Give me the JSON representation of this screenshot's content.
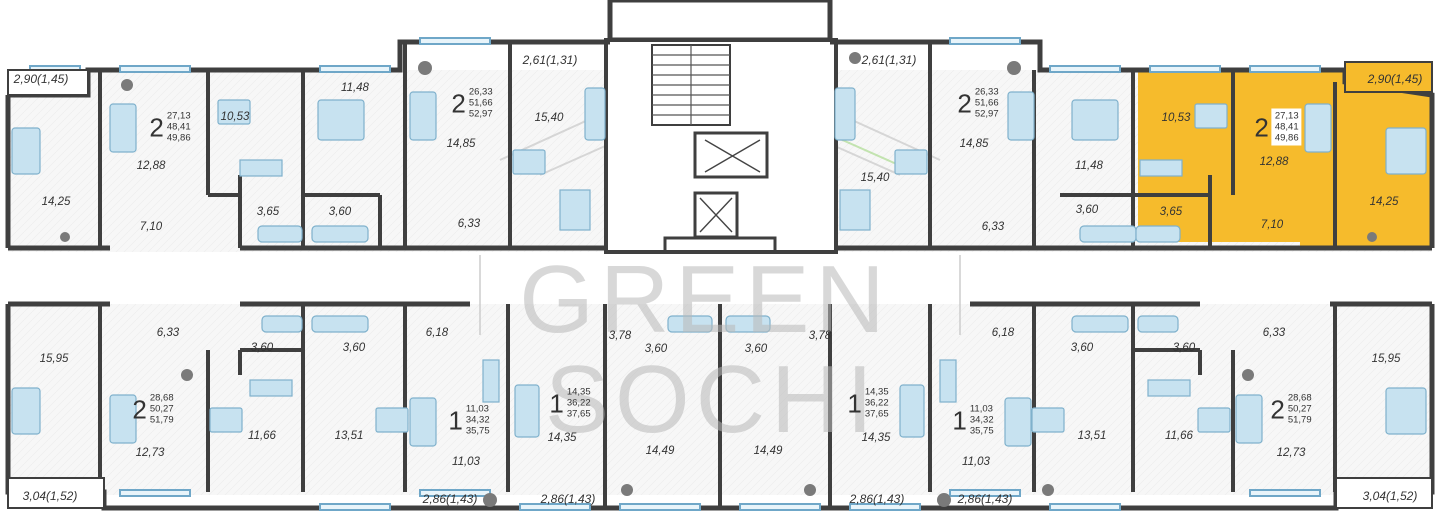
{
  "colors": {
    "wall": "#3f3f3f",
    "floor": "#f7f7f7",
    "furniture": "#b9d9ea",
    "selected": "#f6bb2c",
    "watermark": "#b9b9b9"
  },
  "watermark": {
    "line1": "GREEN",
    "line2": "SOCHI"
  },
  "apartments": [
    {
      "id": "top-2a",
      "rooms": "2",
      "living": "27,13",
      "total": "48,41",
      "with_balcony": "49,86",
      "selected": false
    },
    {
      "id": "top-2b",
      "rooms": "2",
      "living": "26,33",
      "total": "51,66",
      "with_balcony": "52,97",
      "selected": false
    },
    {
      "id": "top-2c",
      "rooms": "2",
      "living": "26,33",
      "total": "51,66",
      "with_balcony": "52,97",
      "selected": false
    },
    {
      "id": "top-2d",
      "rooms": "2",
      "living": "27,13",
      "total": "48,41",
      "with_balcony": "49,86",
      "selected": true
    },
    {
      "id": "bot-2a",
      "rooms": "2",
      "living": "28,68",
      "total": "50,27",
      "with_balcony": "51,79",
      "selected": false
    },
    {
      "id": "bot-1a",
      "rooms": "1",
      "living": "11,03",
      "total": "34,32",
      "with_balcony": "35,75",
      "selected": false
    },
    {
      "id": "bot-1b",
      "rooms": "1",
      "living": "14,35",
      "total": "36,22",
      "with_balcony": "37,65",
      "selected": false
    },
    {
      "id": "bot-1c",
      "rooms": "1",
      "living": "14,35",
      "total": "36,22",
      "with_balcony": "37,65",
      "selected": false
    },
    {
      "id": "bot-1d",
      "rooms": "1",
      "living": "11,03",
      "total": "34,32",
      "with_balcony": "35,75",
      "selected": false
    },
    {
      "id": "bot-2b",
      "rooms": "2",
      "living": "28,68",
      "total": "50,27",
      "with_balcony": "51,79",
      "selected": false
    }
  ],
  "room_areas": [
    "2,90(1,45)",
    "14,25",
    "12,88",
    "7,10",
    "10,53",
    "3,65",
    "3,60",
    "11,48",
    "14,85",
    "6,33",
    "2,61(1,31)",
    "15,40",
    "2,61(1,31)",
    "15,40",
    "14,85",
    "6,33",
    "11,48",
    "3,60",
    "10,53",
    "3,65",
    "12,88",
    "7,10",
    "2,90(1,45)",
    "14,25",
    "6,33",
    "15,95",
    "3,60",
    "3,60",
    "12,73",
    "3,04(1,52)",
    "11,66",
    "13,51",
    "6,18",
    "11,03",
    "2,86(1,43)",
    "3,78",
    "3,60",
    "14,35",
    "2,86(1,43)",
    "14,49",
    "3,60",
    "3,78",
    "14,49",
    "14,35",
    "2,86(1,43)",
    "6,18",
    "11,03",
    "2,86(1,43)",
    "13,51",
    "3,60",
    "3,60",
    "11,66",
    "6,33",
    "12,73",
    "15,95",
    "3,04(1,52)"
  ]
}
